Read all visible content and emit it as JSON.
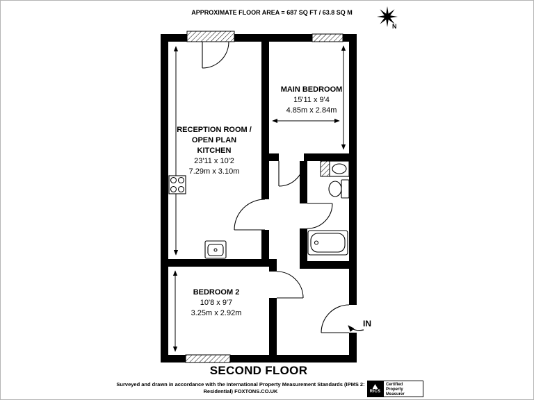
{
  "header": {
    "area_text": "APPROXIMATE FLOOR AREA = 687 SQ FT / 63.8 SQ M"
  },
  "compass": {
    "north_label": "N"
  },
  "rooms": {
    "reception": {
      "name": "RECEPTION ROOM /\nOPEN PLAN\nKITCHEN",
      "dims_imperial": "23'11 x 10'2",
      "dims_metric": "7.29m x 3.10m"
    },
    "main_bedroom": {
      "name": "MAIN BEDROOM",
      "dims_imperial": "15'11 x 9'4",
      "dims_metric": "4.85m x 2.84m"
    },
    "bedroom_2": {
      "name": "BEDROOM 2",
      "dims_imperial": "10'8 x 9'7",
      "dims_metric": "3.25m x 2.92m"
    }
  },
  "entrance": {
    "label": "IN"
  },
  "floor": {
    "label": "SECOND FLOOR"
  },
  "footer": {
    "disclaimer": "Surveyed and drawn in accordance with the International Property Measurement Standards (IPMS 2:\nResidential) FOXTONS.CO.UK",
    "rics_logo": "RICS",
    "certification": "Certified\nProperty\nMeasurer"
  },
  "colors": {
    "wall": "#000000",
    "background": "#ffffff"
  }
}
